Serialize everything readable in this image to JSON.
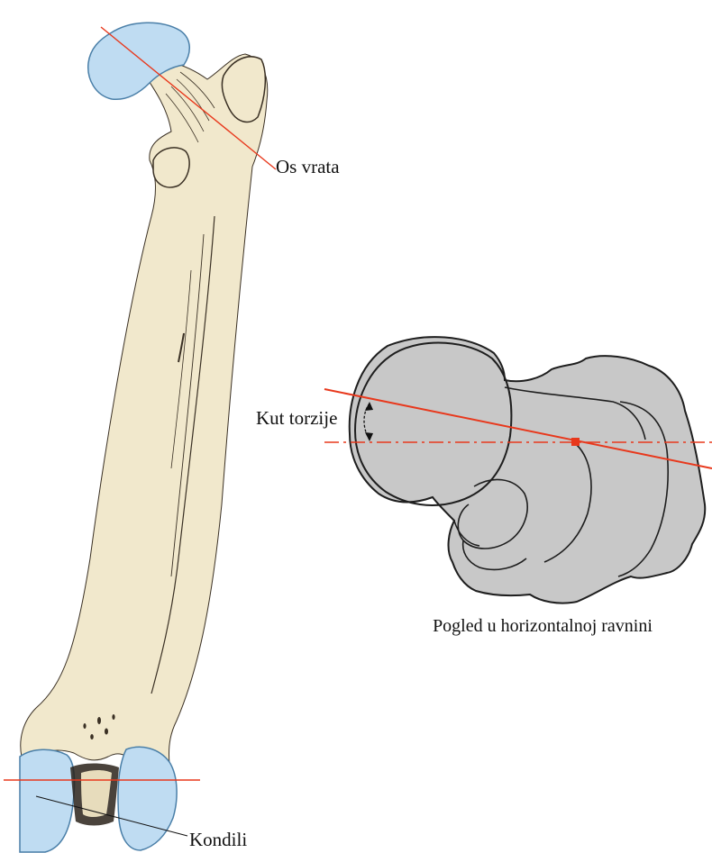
{
  "labels": {
    "neck_axis": "Os vrata",
    "torsion_angle": "Kut torzije",
    "horizontal_view": "Pogled u horizontalnoj ravnini",
    "condyles": "Kondili"
  },
  "colors": {
    "bone_fill": "#f1e8cc",
    "bone_outline": "#3a3024",
    "cartilage_fill": "#bfdcf2",
    "cartilage_outline": "#4a7fa8",
    "axis_line": "#e8381c",
    "view_fill": "#c8c8c8",
    "view_outline": "#1e1e1e",
    "label_text": "#111111"
  },
  "icons": {
    "torsion_arrow": "double-headed-curved-arrow",
    "axis_intersection": "red-square-marker"
  }
}
